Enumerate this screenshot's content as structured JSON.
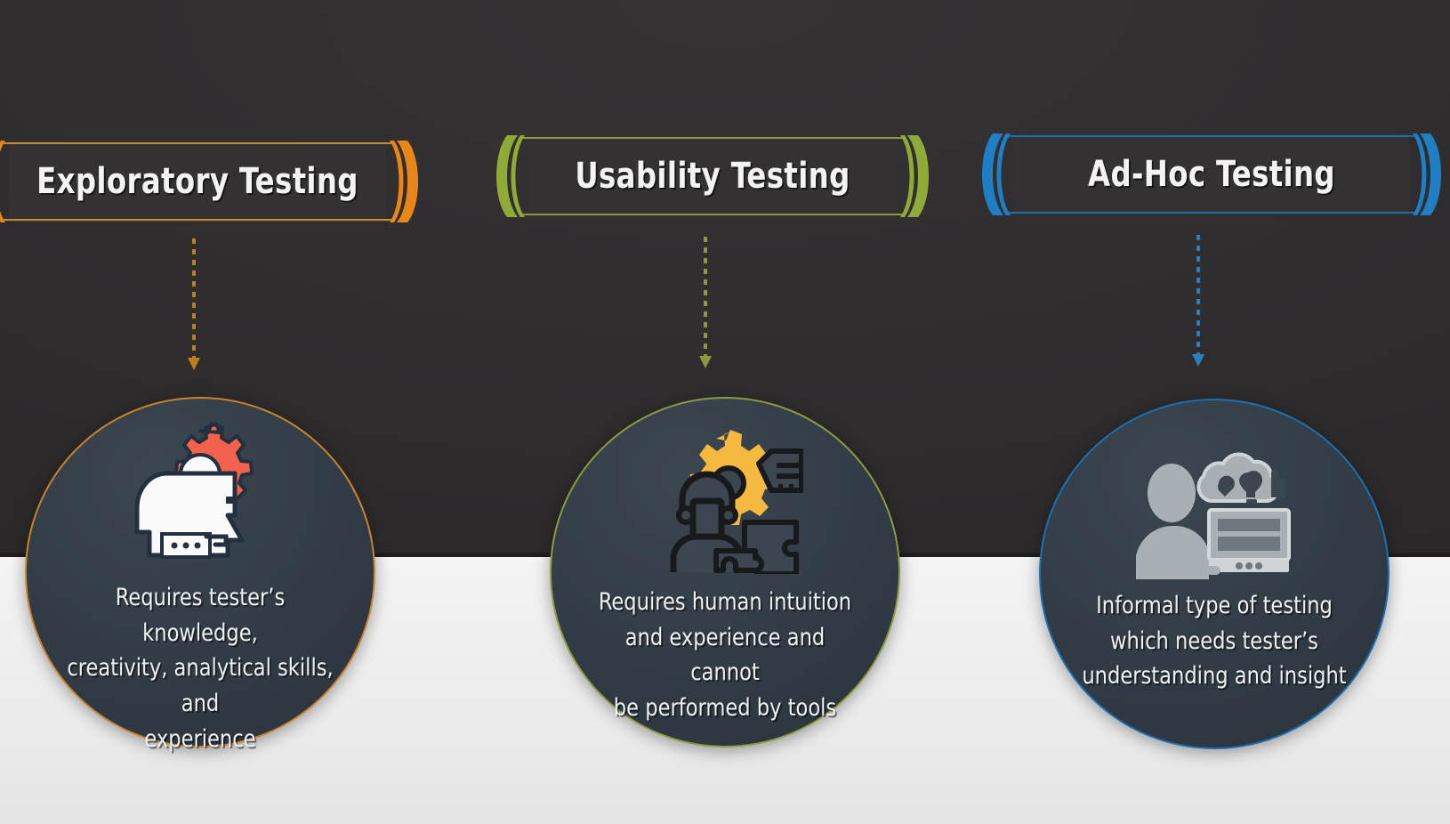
{
  "background": {
    "dark_color": "#2e2c2d",
    "light_color": "#ececec"
  },
  "columns": [
    {
      "id": "exploratory",
      "banner": {
        "title": "Exploratory Testing",
        "accent": "#e8861a",
        "rule_color": "#c98b33"
      },
      "connector": {
        "color": "#c07d1e",
        "icon": "down-arrow-dotted-icon"
      },
      "circle": {
        "border_color": "#c8822a",
        "fill_color": "#333e48",
        "icon": "head-with-gear-icon",
        "icon_accent": "#f4614c",
        "caption": "Requires tester’s knowledge,\ncreativity, analytical skills, and\nexperience"
      }
    },
    {
      "id": "usability",
      "banner": {
        "title": "Usability Testing",
        "accent": "#8faa36",
        "rule_color": "#8a9a3e"
      },
      "connector": {
        "color": "#8a9a3e",
        "icon": "down-arrow-dotted-icon"
      },
      "circle": {
        "border_color": "#8a9a3e",
        "fill_color": "#333e48",
        "icon": "person-gear-puzzle-icon",
        "icon_accent": "#f5b93f",
        "caption": "Requires human intuition\nand experience and cannot\nbe performed by tools"
      }
    },
    {
      "id": "adhoc",
      "banner": {
        "title": "Ad-Hoc Testing",
        "accent": "#1f7ec4",
        "rule_color": "#1c6fb0"
      },
      "connector": {
        "color": "#2a7fc0",
        "icon": "down-arrow-dotted-icon"
      },
      "circle": {
        "border_color": "#1c6fb0",
        "fill_color": "#333e48",
        "icon": "person-at-computer-thought-cloud-icon",
        "icon_accent": "#a9b0b5",
        "caption": "Informal type of testing\nwhich needs tester’s\nunderstanding and insight"
      }
    }
  ]
}
